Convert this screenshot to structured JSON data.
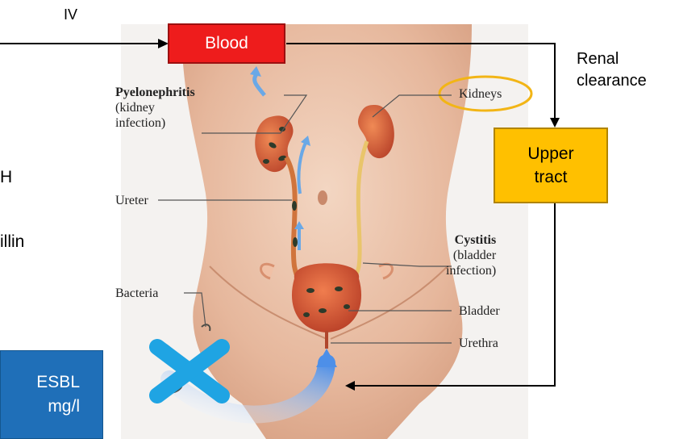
{
  "left_fragments": {
    "line1": "H",
    "line2": "illin",
    "esbl_box_line1": "ESBL",
    "esbl_box_line2": "mg/l"
  },
  "flow": {
    "iv": "IV",
    "blood": "Blood",
    "renal_clearance_line1": "Renal",
    "renal_clearance_line2": "clearance",
    "upper_tract_line1": "Upper",
    "upper_tract_line2": "tract"
  },
  "anatomy": {
    "pyelonephritis_title": "Pyelonephritis",
    "pyelonephritis_sub1": "(kidney",
    "pyelonephritis_sub2": "infection)",
    "kidneys": "Kidneys",
    "ureter": "Ureter",
    "cystitis_title": "Cystitis",
    "cystitis_sub1": "(bladder",
    "cystitis_sub2": "infection)",
    "bacteria": "Bacteria",
    "bladder": "Bladder",
    "urethra": "Urethra"
  },
  "colors": {
    "blood_box": "#ee1c1c",
    "upper_tract_box": "#ffc000",
    "esbl_box": "#1f6fb8",
    "kidney_highlight": "#f2b516",
    "cross_mark": "#1fa4e3",
    "arrow_blue": "#5aa0ea"
  }
}
